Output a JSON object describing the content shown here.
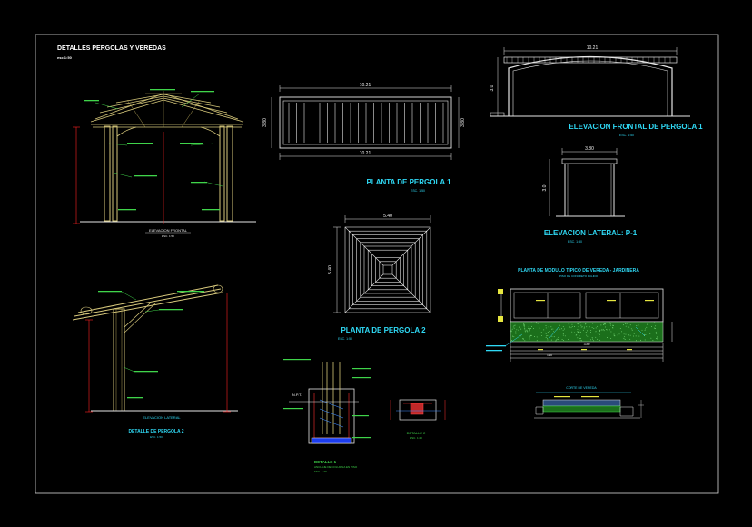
{
  "sheet": {
    "title": "DETALLES PERGOLAS Y VEREDAS",
    "subtitle": "esc 1:50"
  },
  "drawings": {
    "planta_pergola_1": {
      "title": "PLANTA DE PERGOLA 1",
      "scale": "ESC. 1:50",
      "dim_width": "10.21",
      "dim_depth": "3.80"
    },
    "elevacion_frontal_1": {
      "title": "ELEVACION FRONTAL DE PERGOLA 1",
      "scale": "ESC. 1:50",
      "dim_width": "10.21",
      "dim_height": "3.0"
    },
    "elevacion_lateral": {
      "title": "ELEVACION LATERAL: P-1",
      "scale": "ESC. 1:50",
      "dim_width": "3.80",
      "dim_height": "3.0"
    },
    "planta_pergola_2": {
      "title": "PLANTA DE PERGOLA 2",
      "scale": "ESC. 1:50",
      "dim_width": "5.40",
      "dim_depth": "5.40"
    },
    "pergola_1_elev": {
      "caption": "ELEVACION FRONTAL",
      "scale": "ESC. 1:50"
    },
    "pergola_2_detail": {
      "caption": "ELEVACION LATERAL",
      "title": "DETALLE DE PERGOLA 2",
      "scale": "ESC. 1:50"
    },
    "vereda": {
      "title": "PLANTA DE MODULO TIPICO DE VEREDA - JARDINERA",
      "subtitle": "PISO DE CONCRETO PULIDO",
      "dim_total": "3.80",
      "dim_module": "1.20"
    },
    "detalle_1": {
      "title": "DETALLE 1",
      "subtitle": "ANCLAJE DE COLUMNA EN PISO",
      "scale": "ESC. 1:20",
      "level": "N.P.T."
    },
    "detalle_2": {
      "title": "DETALLE 2",
      "scale": "ESC. 1:20"
    },
    "corte_vereda": {
      "title": "CORTE DE VEREDA"
    }
  }
}
